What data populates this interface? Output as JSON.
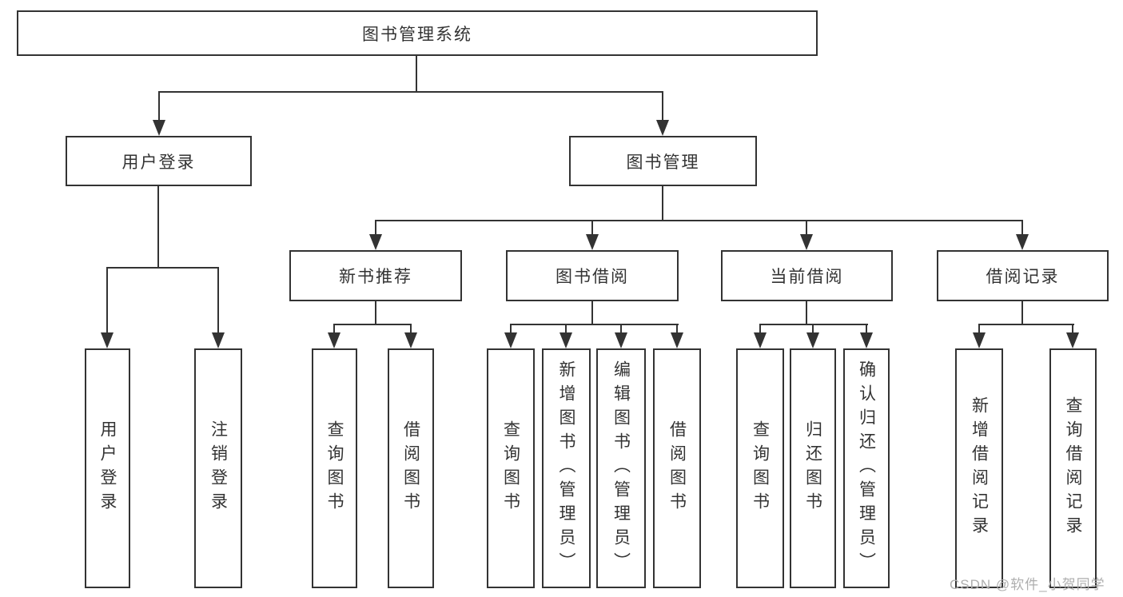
{
  "diagram": {
    "root": {
      "label": "图书管理系统"
    },
    "level2": [
      {
        "label": "用户登录"
      },
      {
        "label": "图书管理"
      }
    ],
    "level3": [
      {
        "label": "新书推荐"
      },
      {
        "label": "图书借阅"
      },
      {
        "label": "当前借阅"
      },
      {
        "label": "借阅记录"
      }
    ],
    "leaves": [
      {
        "label": "用户登录"
      },
      {
        "label": "注销登录"
      },
      {
        "label": "查询图书"
      },
      {
        "label": "借阅图书"
      },
      {
        "label": "查询图书"
      },
      {
        "label": "新增图书（管理员）"
      },
      {
        "label": "编辑图书（管理员）"
      },
      {
        "label": "借阅图书"
      },
      {
        "label": "查询图书"
      },
      {
        "label": "归还图书"
      },
      {
        "label": "确认归还（管理员）"
      },
      {
        "label": "新增借阅记录"
      },
      {
        "label": "查询借阅记录"
      }
    ],
    "watermark": "CSDN @软件_小贺同学",
    "colors": {
      "line": "#333333",
      "text": "#333333",
      "watermark": "#aeaeae",
      "background": "#ffffff"
    }
  }
}
